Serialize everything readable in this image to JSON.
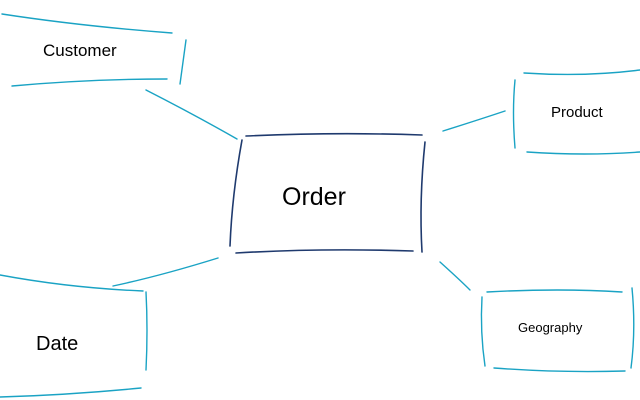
{
  "diagram": {
    "fact": {
      "name": "Order"
    },
    "dimensions": [
      {
        "id": "customer",
        "name": "Customer"
      },
      {
        "id": "product",
        "name": "Product"
      },
      {
        "id": "date",
        "name": "Date"
      },
      {
        "id": "geography",
        "name": "Geography"
      }
    ]
  },
  "colors": {
    "fact_stroke": "#1f3a6e",
    "dimension_stroke": "#1aa3c4"
  }
}
